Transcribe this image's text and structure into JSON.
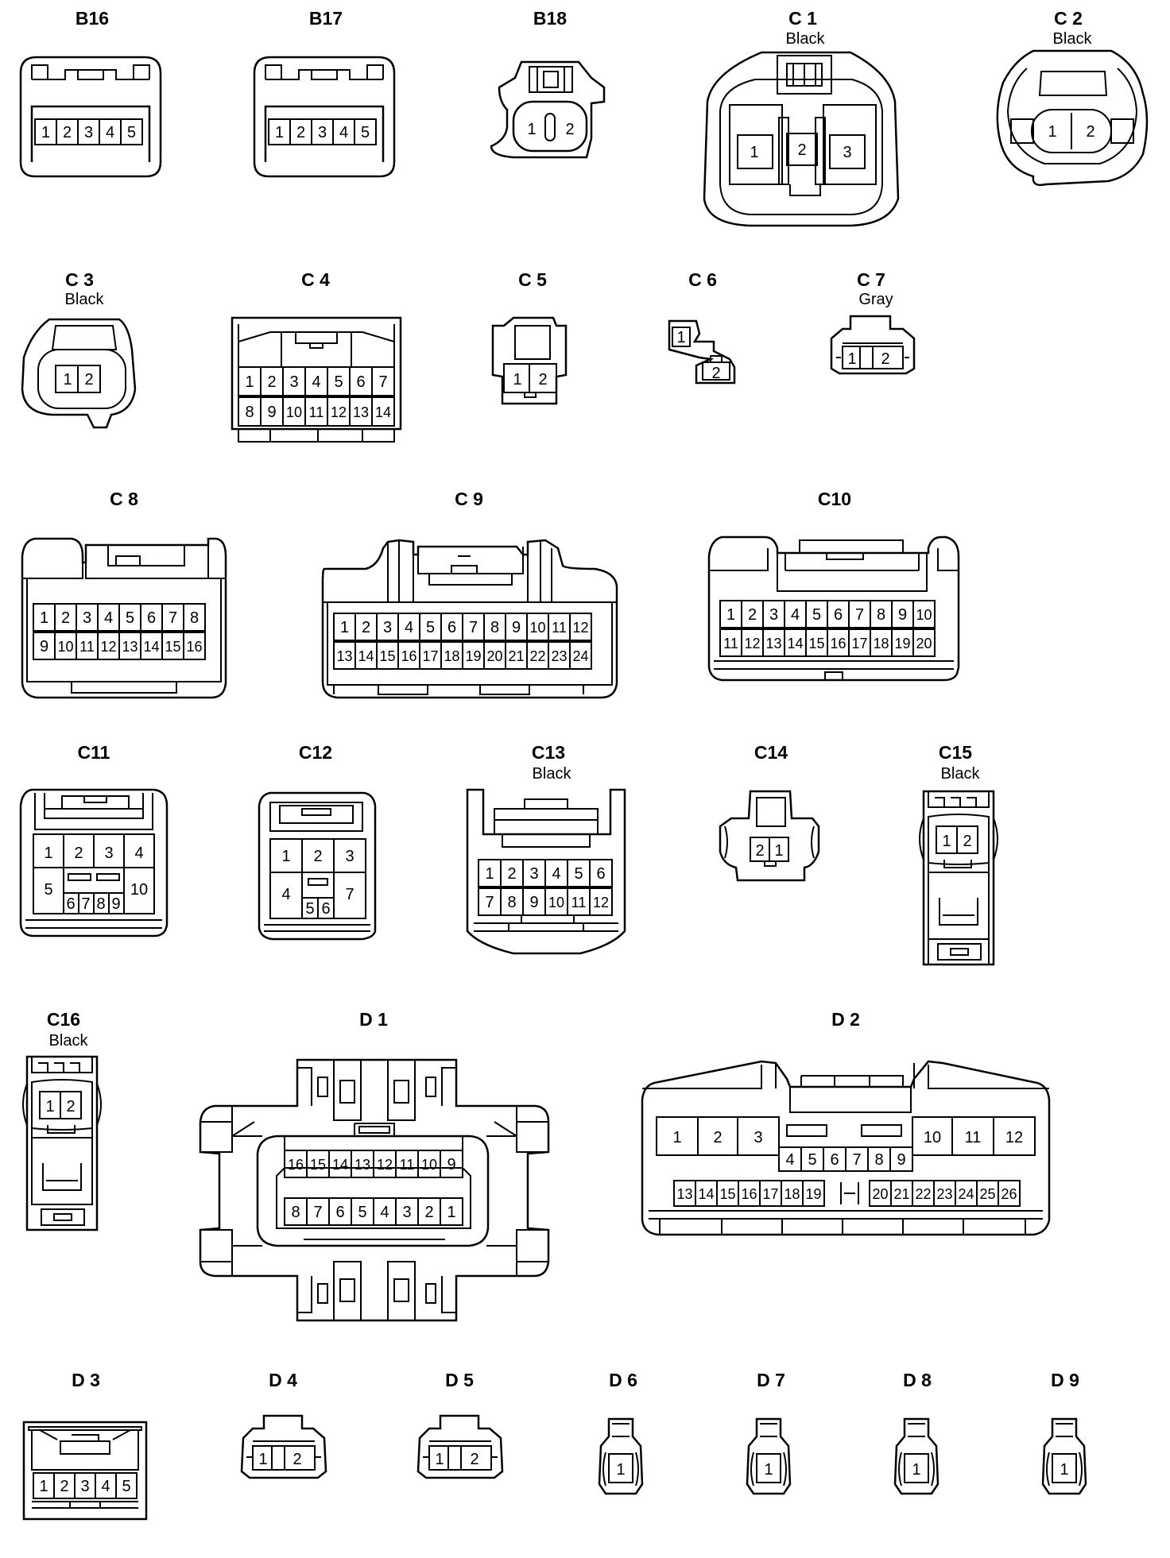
{
  "connectors": [
    {
      "id": "B16",
      "pins": [
        "1",
        "2",
        "3",
        "4",
        "5"
      ]
    },
    {
      "id": "B17",
      "pins": [
        "1",
        "2",
        "3",
        "4",
        "5"
      ]
    },
    {
      "id": "B18",
      "pins": [
        "1",
        "2"
      ]
    },
    {
      "id": "C 1",
      "color": "Black",
      "pins": [
        "1",
        "2",
        "3"
      ]
    },
    {
      "id": "C 2",
      "color": "Black",
      "pins": [
        "1",
        "2"
      ]
    },
    {
      "id": "C 3",
      "color": "Black",
      "pins": [
        "1",
        "2"
      ]
    },
    {
      "id": "C 4",
      "pins": [
        "1",
        "2",
        "3",
        "4",
        "5",
        "6",
        "7",
        "8",
        "9",
        "10",
        "11",
        "12",
        "13",
        "14"
      ]
    },
    {
      "id": "C 5",
      "pins": [
        "1",
        "2"
      ]
    },
    {
      "id": "C 6",
      "pins": [
        "1",
        "2"
      ]
    },
    {
      "id": "C 7",
      "color": "Gray",
      "pins": [
        "1",
        "2"
      ]
    },
    {
      "id": "C 8",
      "pins": [
        "1",
        "2",
        "3",
        "4",
        "5",
        "6",
        "7",
        "8",
        "9",
        "10",
        "11",
        "12",
        "13",
        "14",
        "15",
        "16"
      ]
    },
    {
      "id": "C 9",
      "pins": [
        "1",
        "2",
        "3",
        "4",
        "5",
        "6",
        "7",
        "8",
        "9",
        "10",
        "11",
        "12",
        "13",
        "14",
        "15",
        "16",
        "17",
        "18",
        "19",
        "20",
        "21",
        "22",
        "23",
        "24"
      ]
    },
    {
      "id": "C10",
      "pins": [
        "1",
        "2",
        "3",
        "4",
        "5",
        "6",
        "7",
        "8",
        "9",
        "10",
        "11",
        "12",
        "13",
        "14",
        "15",
        "16",
        "17",
        "18",
        "19",
        "20"
      ]
    },
    {
      "id": "C11",
      "pins": [
        "1",
        "2",
        "3",
        "4",
        "5",
        "6",
        "7",
        "8",
        "9",
        "10"
      ]
    },
    {
      "id": "C12",
      "pins": [
        "1",
        "2",
        "3",
        "4",
        "5",
        "6",
        "7"
      ]
    },
    {
      "id": "C13",
      "color": "Black",
      "pins": [
        "1",
        "2",
        "3",
        "4",
        "5",
        "6",
        "7",
        "8",
        "9",
        "10",
        "11",
        "12"
      ]
    },
    {
      "id": "C14",
      "pins": [
        "2",
        "1"
      ]
    },
    {
      "id": "C15",
      "color": "Black",
      "pins": [
        "1",
        "2"
      ]
    },
    {
      "id": "C16",
      "color": "Black",
      "pins": [
        "1",
        "2"
      ]
    },
    {
      "id": "D 1",
      "pins": [
        "16",
        "15",
        "14",
        "13",
        "12",
        "11",
        "10",
        "9",
        "8",
        "7",
        "6",
        "5",
        "4",
        "3",
        "2",
        "1"
      ]
    },
    {
      "id": "D 2",
      "pins": [
        "1",
        "2",
        "3",
        "4",
        "5",
        "6",
        "7",
        "8",
        "9",
        "10",
        "11",
        "12",
        "13",
        "14",
        "15",
        "16",
        "17",
        "18",
        "19",
        "20",
        "21",
        "22",
        "23",
        "24",
        "25",
        "26"
      ]
    },
    {
      "id": "D 3",
      "pins": [
        "1",
        "2",
        "3",
        "4",
        "5"
      ]
    },
    {
      "id": "D 4",
      "pins": [
        "1",
        "2"
      ]
    },
    {
      "id": "D 5",
      "pins": [
        "1",
        "2"
      ]
    },
    {
      "id": "D 6",
      "pins": [
        "1"
      ]
    },
    {
      "id": "D 7",
      "pins": [
        "1"
      ]
    },
    {
      "id": "D 8",
      "pins": [
        "1"
      ]
    },
    {
      "id": "D 9",
      "pins": [
        "1"
      ]
    }
  ]
}
